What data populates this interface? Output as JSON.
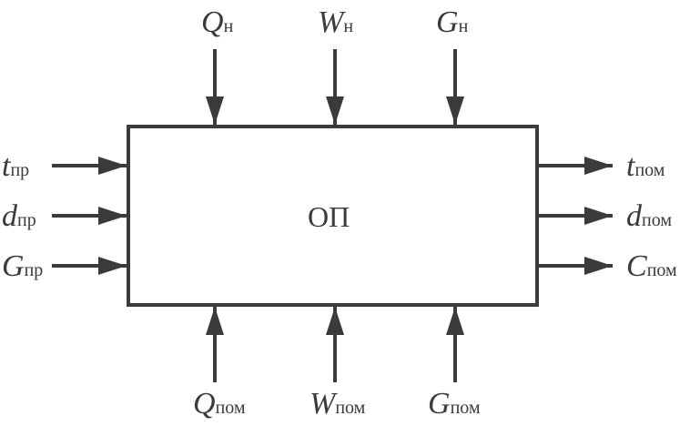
{
  "block": {
    "label": "ОП"
  },
  "inputs_top": [
    {
      "var": "Q",
      "sub": "н"
    },
    {
      "var": "W",
      "sub": "н"
    },
    {
      "var": "G",
      "sub": "н"
    }
  ],
  "inputs_left": [
    {
      "var": "t",
      "sub": "пр"
    },
    {
      "var": "d",
      "sub": "пр"
    },
    {
      "var": "G",
      "sub": "пр"
    }
  ],
  "outputs_right": [
    {
      "var": "t",
      "sub": "пом"
    },
    {
      "var": "d",
      "sub": "пом"
    },
    {
      "var": "C",
      "sub": "пом"
    }
  ],
  "inputs_bottom": [
    {
      "var": "Q",
      "sub": "пом"
    },
    {
      "var": "W",
      "sub": "пом"
    },
    {
      "var": "G",
      "sub": "пом"
    }
  ],
  "colors": {
    "stroke": "#3b3b3b",
    "background": "#ffffff"
  }
}
